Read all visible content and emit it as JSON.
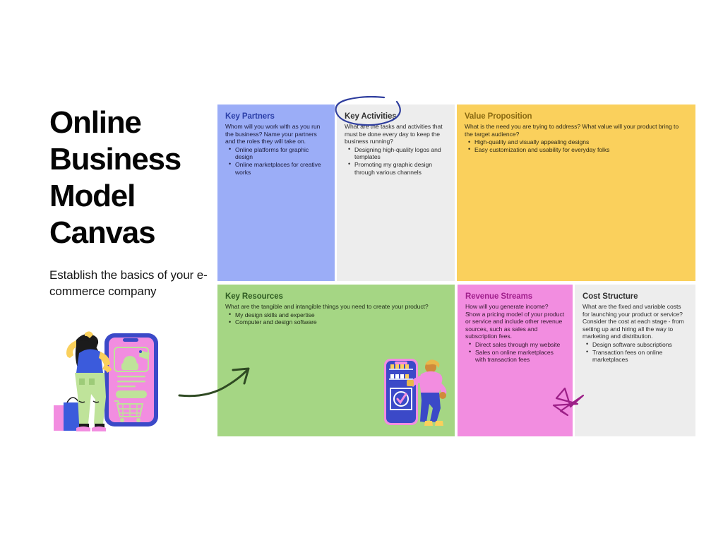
{
  "header": {
    "title_lines": [
      "Online",
      "Business",
      "Model",
      "Canvas"
    ],
    "subtitle": "Establish the basics of your e-commerce company"
  },
  "colors": {
    "blue": "#9badf7",
    "gray": "#ededed",
    "yellow": "#fad05c",
    "green": "#a5d684",
    "pink": "#f28de0",
    "doodle_circle": "#2f3e9e",
    "doodle_arrow": "#2f4a23",
    "doodle_star": "#9c1f87",
    "text_dark": "#050505"
  },
  "canvas": {
    "panels": [
      {
        "id": "key-partners",
        "title": "Key Partners",
        "description": "Whom will you work with as you run the business? Name your partners and the roles they will take on.",
        "items": [
          "Online platforms for graphic design",
          "Online marketplaces for creative works"
        ]
      },
      {
        "id": "key-activities",
        "title": "Key Activities",
        "description": "What are the tasks and activities that must be done every day to keep the business running?",
        "items": [
          "Designing high-quality logos and templates",
          "Promoting my graphic design through various channels"
        ]
      },
      {
        "id": "value-proposition",
        "title": "Value Proposition",
        "description": "What is the need you are trying to address? What value will your product bring to the target audience?",
        "items": [
          "High-quality and visually appealing designs",
          "Easy customization and usability for everyday folks"
        ]
      },
      {
        "id": "key-resources",
        "title": "Key Resources",
        "description": "What are the tangible and intangible things you need to create your product?",
        "items": [
          "My design skills and expertise",
          "Computer and design software"
        ]
      },
      {
        "id": "revenue-streams",
        "title": "Revenue Streams",
        "description": "How will you generate income? Show a pricing model of your product or service and include other revenue sources, such as sales and subscription fees.",
        "items": [
          "Direct sales through my website",
          "Sales on online marketplaces with transaction fees"
        ]
      },
      {
        "id": "cost-structure",
        "title": "Cost Structure",
        "description": "What are the fixed and variable costs for launching your product or service? Consider the cost at each stage - from setting up and hiring all the way to marketing and distribution.",
        "items": [
          "Design software subscriptions",
          "Transaction fees on online marketplaces"
        ]
      }
    ]
  },
  "illustrations": [
    {
      "id": "shopper-phone",
      "name": "woman-shopping-with-phone-illustration"
    },
    {
      "id": "laptop-cart",
      "name": "woman-pushing-cart-out-of-laptop-illustration"
    },
    {
      "id": "phone-check",
      "name": "person-with-phone-checkmark-illustration"
    }
  ],
  "doodles": [
    {
      "id": "circle",
      "name": "hand-drawn-circle-around-key-activities"
    },
    {
      "id": "arrow",
      "name": "hand-drawn-curved-arrow"
    },
    {
      "id": "star",
      "name": "hand-drawn-star"
    }
  ]
}
